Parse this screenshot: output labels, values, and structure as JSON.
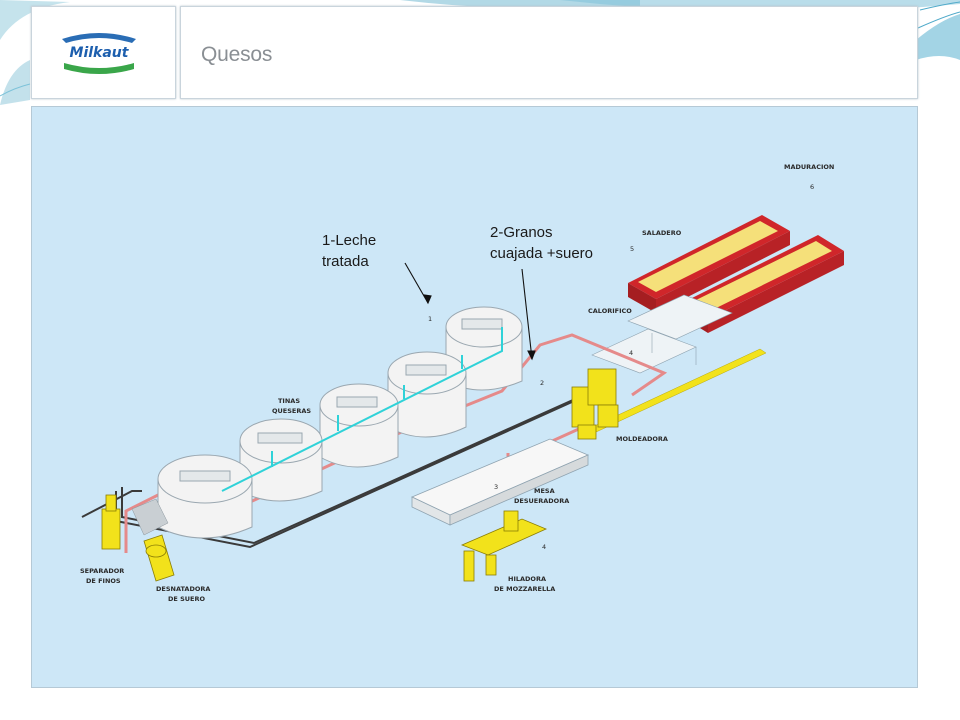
{
  "header": {
    "brand": "Milkaut",
    "title": "Quesos"
  },
  "diagram": {
    "stage_labels": {
      "maduracion": "MADURACION",
      "saladero": "SALADERO",
      "calorifico": "CALORIFICO",
      "moldeadora": "MOLDEADORA",
      "tinas_line1": "TINAS",
      "tinas_line2": "QUESERAS",
      "mesa_line1": "MESA",
      "mesa_line2": "DESUERADORA",
      "separador_line1": "SEPARADOR",
      "separador_line2": "DE FINOS",
      "desnatadora_line1": "DESNATADORA",
      "desnatadora_line2": "DE SUERO",
      "hiladora_line1": "HILADORA",
      "hiladora_line2": "DE MOZZARELLA"
    },
    "stage_numbers": {
      "n1": "1",
      "n2": "2",
      "n3": "3",
      "n4a": "4",
      "n4b": "4",
      "n5": "5",
      "n6": "6"
    },
    "annotations": {
      "leche_line1": "1-Leche",
      "leche_line2": "tratada",
      "granos_line1": "2-Granos",
      "granos_line2": "cuajada +suero"
    },
    "colors": {
      "background": "#cde7f7",
      "tank": "#f2f2f2",
      "pipe_cyan": "#2fd2d8",
      "pipe_red": "#e58a8a",
      "machinery_yellow": "#f2e21b",
      "saladero_red": "#d0262a",
      "saladero_fill": "#f5e07a"
    }
  }
}
